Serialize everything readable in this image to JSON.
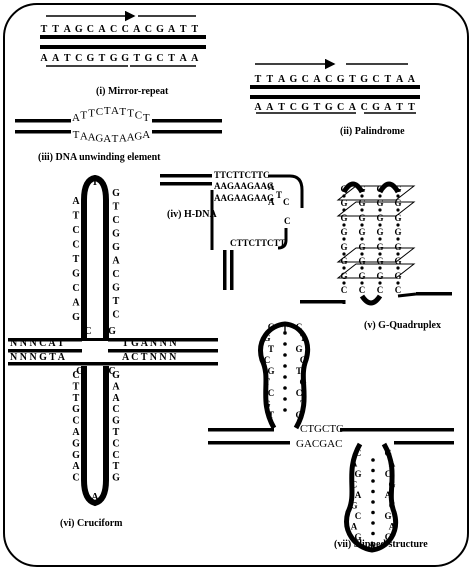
{
  "panels": {
    "mirror": {
      "label": "(i) Mirror-repeat",
      "top": [
        "T",
        "T",
        "A",
        "G",
        "C",
        "A",
        "C",
        "C",
        "A",
        "C",
        "G",
        "A",
        "T",
        "T"
      ],
      "bottom": [
        "A",
        "A",
        "T",
        "C",
        "G",
        "T",
        "G",
        "G",
        "T",
        "G",
        "C",
        "T",
        "A",
        "A"
      ]
    },
    "palindrome": {
      "label": "(ii) Palindrome",
      "top": [
        "T",
        "T",
        "A",
        "G",
        "C",
        "A",
        "C",
        "G",
        "T",
        "G",
        "C",
        "T",
        "A",
        "A"
      ],
      "bottom": [
        "A",
        "A",
        "T",
        "C",
        "G",
        "T",
        "G",
        "C",
        "A",
        "C",
        "G",
        "A",
        "T",
        "T"
      ]
    },
    "unwinding": {
      "label": "(iii) DNA unwinding element",
      "top": "ATTCTATTCT",
      "bottom": "TAAGATAAGA"
    },
    "hdna": {
      "label": "(iv) H-DNA",
      "line1": "TTCTTCTTC",
      "line2": "AAGAAGAAG",
      "line3": "AAGAAGAAG",
      "loop_top": "A",
      "loop_mid": "T",
      "loop_c1": "C",
      "loop_c2": "C",
      "third": "CTTCTTCTT"
    },
    "quadruplex": {
      "label": "(v) G-Quadruplex",
      "base": "G",
      "loop": "C"
    },
    "cruciform": {
      "label": "(vi) Cruciform",
      "top_tip": "T",
      "bottom_tip": "A",
      "upper_left": [
        "A",
        "T",
        "C",
        "C",
        "T",
        "G",
        "C",
        "A",
        "G"
      ],
      "upper_right": [
        "G",
        "T",
        "C",
        "G",
        "G",
        "A",
        "C",
        "G",
        "T",
        "C"
      ],
      "lower_left": [
        "C",
        "T",
        "T",
        "G",
        "C",
        "A",
        "G",
        "G",
        "A",
        "C"
      ],
      "lower_right": [
        "G",
        "A",
        "A",
        "C",
        "G",
        "T",
        "C",
        "C",
        "T",
        "G"
      ],
      "arm_left_top": "NNNCAT",
      "arm_right_top": "TGANNN",
      "arm_left_bottom": "NNNGTA",
      "arm_right_bottom": "ACTNNN",
      "corner_ul": "C",
      "corner_ur": "G",
      "corner_ll": "G",
      "corner_lr": "C"
    },
    "slipped": {
      "label": "(vii) Slipped structure",
      "top_seq": "CTGCTG",
      "bottom_seq": "GACGAC",
      "hp_top": [
        "T",
        "G",
        "C",
        "T",
        "G",
        "C",
        "T",
        "G",
        "C",
        "G",
        "T",
        "C",
        "G",
        "T",
        "C",
        "G",
        "T",
        "C"
      ],
      "hp_bottom": [
        "C",
        "A",
        "G",
        "C",
        "A",
        "G",
        "C",
        "A",
        "G",
        "G",
        "A",
        "C",
        "G",
        "A",
        "C",
        "G",
        "A",
        "C"
      ],
      "hp_top_tip": "T",
      "hp_bottom_tip": "A"
    }
  }
}
